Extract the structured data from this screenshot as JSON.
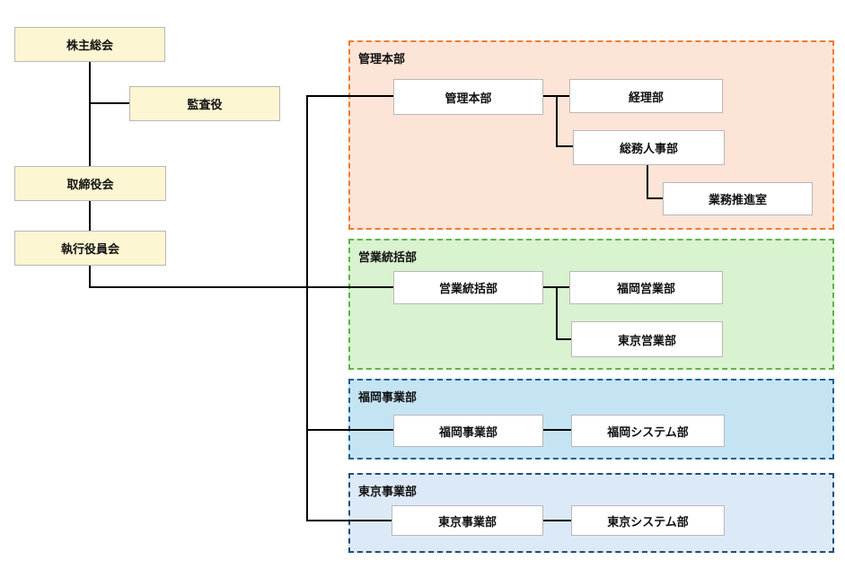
{
  "executive": {
    "shareholders": "株主総会",
    "auditor": "監査役",
    "board": "取締役会",
    "executive_committee": "執行役員会"
  },
  "groups": [
    {
      "title": "管理本部",
      "color": "#ED7D31",
      "fill": "#FCE4D6",
      "head": "管理本部",
      "units": [
        "経理部",
        "総務人事部",
        "業務推進室"
      ]
    },
    {
      "title": "営業統括部",
      "color": "#5DB54B",
      "fill": "#D9F2D0",
      "head": "営業統括部",
      "units": [
        "福岡営業部",
        "東京営業部"
      ]
    },
    {
      "title": "福岡事業部",
      "color": "#1F5F8B",
      "fill": "#C4E4F4",
      "head": "福岡事業部",
      "units": [
        "福岡システム部"
      ]
    },
    {
      "title": "東京事業部",
      "color": "#1F4E79",
      "fill": "#DCEAF7",
      "head": "東京事業部",
      "units": [
        "東京システム部"
      ]
    }
  ]
}
